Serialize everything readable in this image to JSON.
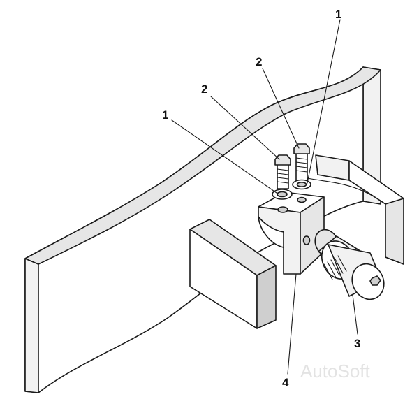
{
  "callouts": [
    {
      "id": "c1a",
      "text": "1",
      "part": "washer"
    },
    {
      "id": "c1b",
      "text": "1",
      "part": "washer"
    },
    {
      "id": "c2a",
      "text": "2",
      "part": "bolt"
    },
    {
      "id": "c2b",
      "text": "2",
      "part": "bolt"
    },
    {
      "id": "c3",
      "text": "3",
      "part": "sensor"
    },
    {
      "id": "c4",
      "text": "4",
      "part": "bracket"
    }
  ],
  "watermark": "AutoSoft"
}
